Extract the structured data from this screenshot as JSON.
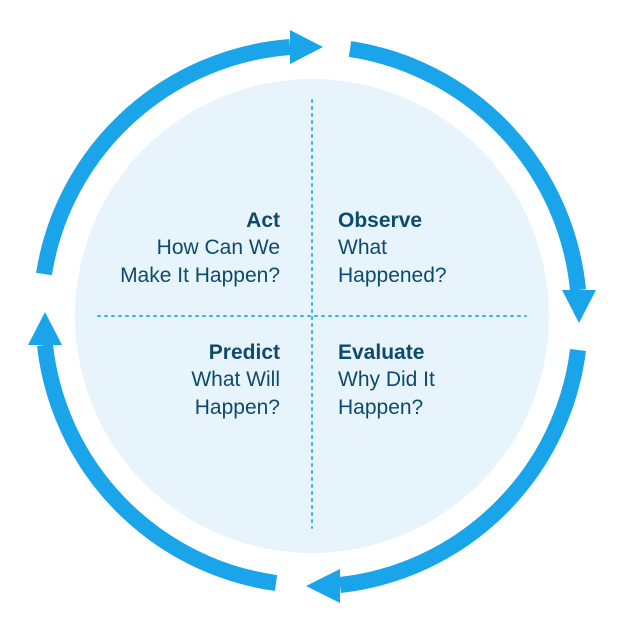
{
  "colors": {
    "arrow": "#1aa4ea",
    "circle_fill": "#e8f4fc",
    "divider": "#36b4e6",
    "text": "#0d4a6b"
  },
  "quadrants": {
    "act": {
      "title": "Act",
      "line1": "How Can We",
      "line2": "Make It Happen?"
    },
    "observe": {
      "title": "Observe",
      "line1": "What",
      "line2": "Happened?"
    },
    "predict": {
      "title": "Predict",
      "line1": "What Will",
      "line2": "Happen?"
    },
    "evaluate": {
      "title": "Evaluate",
      "line1": "Why Did It",
      "line2": "Happen?"
    }
  }
}
